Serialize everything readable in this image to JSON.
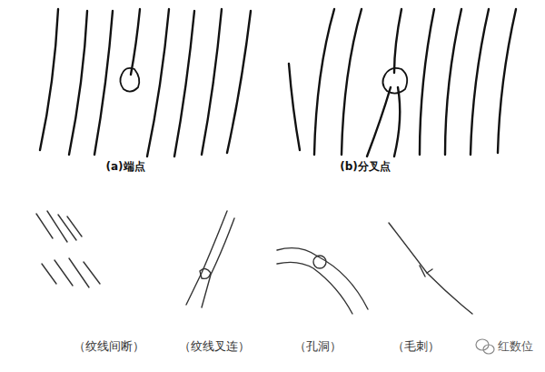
{
  "diagram": {
    "labels": [
      "(a)端点",
      "(b)分叉点",
      "（纹线间断）",
      "（纹线叉连）",
      "（孔洞）",
      "（毛刺）",
      "红数位"
    ]
  }
}
